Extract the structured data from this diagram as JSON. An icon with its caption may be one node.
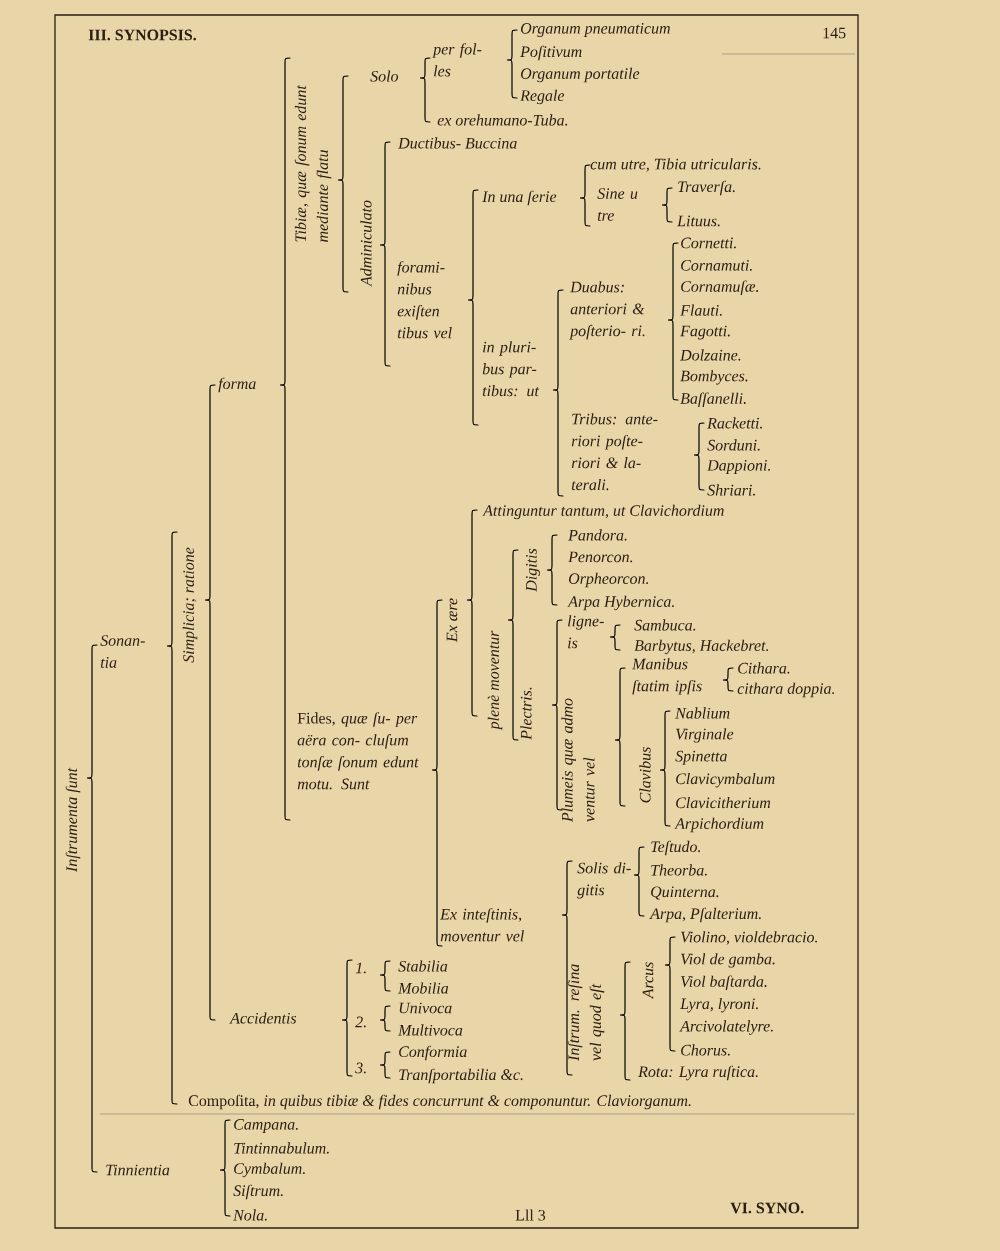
{
  "diagram": {
    "title": "III. SYNOPSIS.",
    "labels": [
      "Organum pneumaticum",
      "Poſitivum",
      "per fol- les",
      "Solo",
      "Organum portatile",
      "Regale",
      "ex orehumano-Tuba.",
      "Tibiæ, quæ ſonum edunt mediante flatu",
      "Ductibus- Buccina",
      "cum utre, Tibia utricularis.",
      "In una ſerie",
      "Sine u tre",
      "Traverſa.",
      "Lituus.",
      "Adminiculato",
      "Cornetti.",
      "Cornamuti.",
      "Cornamuſæ.",
      "Flauti.",
      "Fagotti.",
      "Dolzaine.",
      "Bombyces.",
      "Baſſanelli.",
      "forami- nibus exiſten tibus vel",
      "Duabus: anteriori & poſterio- ri.",
      "in pluri- bus par- tibus: ut",
      "Tribus: ante- riori poſte- riori & la- terali.",
      "Racketti.",
      "Sorduni.",
      "Dappioni.",
      "Shriari.",
      "forma",
      "Attinguntur tantum, ut Clavichordium",
      "Pandora.",
      "Penorcon.",
      "Orpheorcon.",
      "Arpa Hybernica.",
      "Digitis",
      "Ex ære",
      "Simplicia; ratione",
      "ligne- is",
      "Sambuca.",
      "Barbytus, Hackebret.",
      "Sonan- tia",
      "Manibus ſtatim ipſis",
      "Cithara.",
      "cithara doppia.",
      "plenè moventur",
      "Plectris.",
      "Plumeis quæ admo ventur vel",
      "Nablium",
      "Virginale",
      "Spinetta",
      "Clavicymbalum",
      "Clavicitherium",
      "Arpichordium",
      "Clavibus",
      "Fides, *quæ ſu- per aëra con- cluſum tonſæ ſonum edunt motu. Sunt*",
      "Inſtrumenta ſunt",
      "Teſtudo.",
      "Theorba.",
      "Quinterna.",
      "Arpa, Pſalterium.",
      "Solis di- gitis",
      "Ex inteſtinis, moventur vel",
      "Violino, violdebracio.",
      "Viol de gamba.",
      "Viol baſtarda.",
      "Lyra, lyroni.",
      "Arcivolatelyre.",
      "Chorus.",
      "Arcus",
      "Inſtrum. reſina vel quod eſt",
      "1.",
      "Stabilia",
      "Mobilia",
      "Univoca",
      "Accidentis",
      "2.",
      "Multivoca",
      "Conformia",
      "3.",
      "Tranſportabilia &c.",
      "Rota: Lyra ruſtica.",
      "Compoſita, *in quibus tibiæ & fides concurrunt & componuntur. Claviorganum.*",
      "Campana.",
      "Tintinnabulum.",
      "Tinnientia",
      "Cymbalum.",
      "Siſtrum.",
      "Nola.",
      "Lll 3",
      "VI. SYNO.",
      "145"
    ]
  }
}
